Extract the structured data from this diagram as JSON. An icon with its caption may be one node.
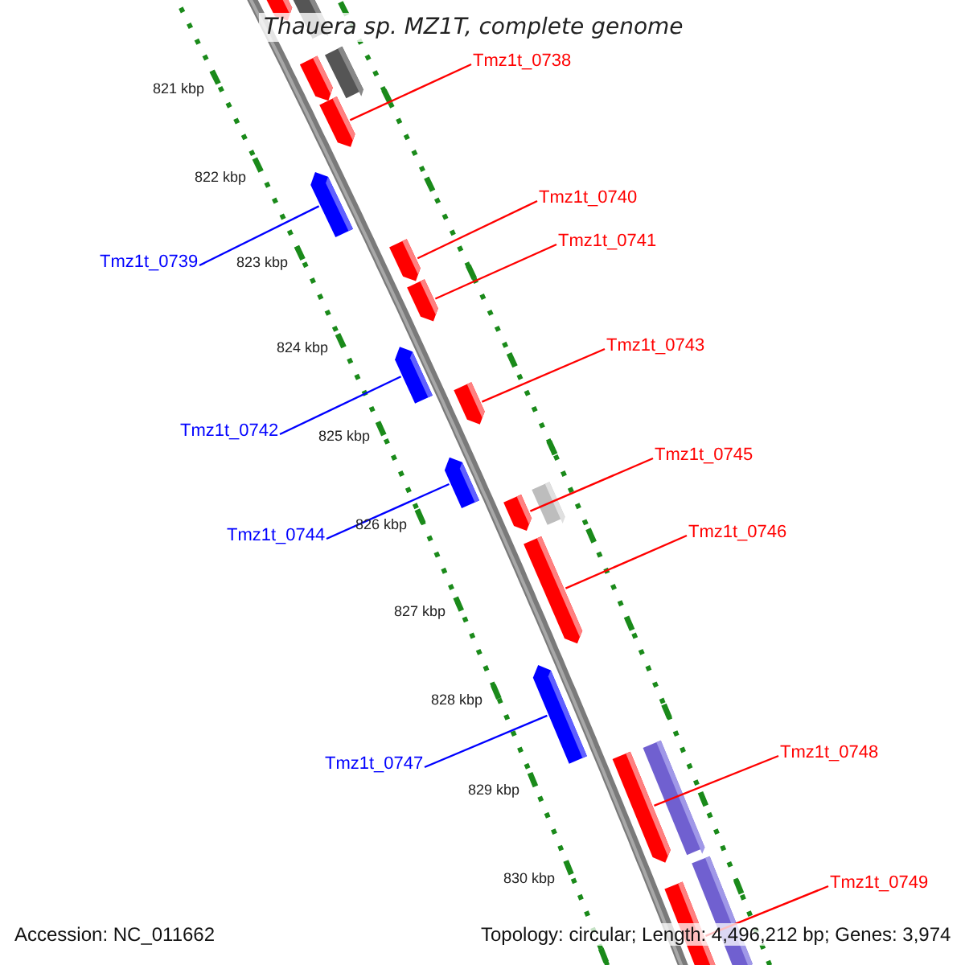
{
  "diagram": {
    "title": "Thauera sp. MZ1T, complete genome",
    "nodes": [
      {
        "text": [
          "Tmz1t_0738"
        ]
      },
      {
        "text": [
          "Tmz1t_0739"
        ]
      },
      {
        "text": [
          "Tmz1t_0740"
        ]
      },
      {
        "text": [
          "Tmz1t_0741"
        ]
      },
      {
        "text": [
          "Tmz1t_0742"
        ]
      },
      {
        "text": [
          "Tmz1t_0743"
        ]
      },
      {
        "text": [
          "Tmz1t_0744"
        ]
      },
      {
        "text": [
          "Tmz1t_0745"
        ]
      },
      {
        "text": [
          "Tmz1t_0746"
        ]
      },
      {
        "text": [
          "Tmz1t_0747"
        ]
      },
      {
        "text": [
          "Tmz1t_0748"
        ]
      },
      {
        "text": [
          "Tmz1t_0749"
        ]
      },
      {
        "text": [],
        "shape": "bar"
      },
      {
        "text": [],
        "shape": "bar"
      },
      {
        "text": [],
        "shape": "bar"
      },
      {
        "text": [],
        "shape": "bar"
      },
      {
        "text": [],
        "shape": "bar"
      },
      {
        "text": [],
        "shape": "bar"
      },
      {
        "text": [],
        "shape": "bar"
      },
      {
        "text": [],
        "shape": "bar"
      },
      {
        "text": [],
        "shape": "bar"
      },
      {
        "text": [],
        "shape": "bar"
      },
      {
        "text": [],
        "shape": "bar"
      },
      {
        "text": [],
        "shape": "bar"
      },
      {
        "text": [],
        "shape": "bar"
      },
      {
        "text": [],
        "shape": "bar"
      },
      {
        "text": [],
        "shape": "bar"
      },
      {
        "text": [],
        "shape": "bar"
      },
      {
        "text": [],
        "shape": "bar"
      },
      {
        "text": [],
        "shape": "bar"
      },
      {
        "text": [],
        "shape": "bar"
      }
    ],
    "edges": [
      {
        "from": 0,
        "to": 12,
        "arrow": "none"
      },
      {
        "from": 1,
        "to": 13,
        "arrow": "none",
        "color": "#0000ff"
      },
      {
        "from": 2,
        "to": 14,
        "arrow": "none"
      },
      {
        "from": 3,
        "to": 15,
        "arrow": "none"
      },
      {
        "from": 4,
        "to": 16,
        "arrow": "none",
        "color": "#0000ff"
      },
      {
        "from": 5,
        "to": 17,
        "arrow": "none"
      },
      {
        "from": 6,
        "to": 18,
        "arrow": "none",
        "color": "#0000ff"
      },
      {
        "from": 7,
        "to": 19,
        "arrow": "none"
      },
      {
        "from": 8,
        "to": 20,
        "arrow": "none"
      },
      {
        "from": 9,
        "to": 21,
        "arrow": "none",
        "color": "#0000ff"
      },
      {
        "from": 10,
        "to": 22,
        "arrow": "none"
      },
      {
        "from": 11,
        "to": 23,
        "arrow": "none"
      }
    ],
    "labels": [
      "821 kbp",
      "822 kbp",
      "823 kbp",
      "824 kbp",
      "825 kbp",
      "826 kbp",
      "827 kbp",
      "828 kbp",
      "829 kbp",
      "830 kbp",
      "Accession: NC_011662",
      "Topology: circular; Length: 4,496,212 bp; Genes: 3,974"
    ]
  }
}
